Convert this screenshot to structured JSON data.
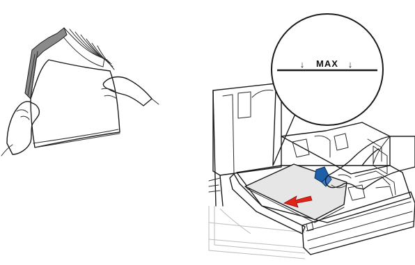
{
  "callout": {
    "label": "MAX",
    "arrow_glyph": "↓"
  },
  "colors": {
    "ink": "#1a1a1a",
    "paper_fill": "#e6e6e6",
    "fan_edge": "#8a8a8a",
    "guide_blue": "#1f5fa8",
    "arrow_red": "#e2231a"
  },
  "icons": {
    "left": "fanned-paper-stack-in-hands",
    "right": "paper-tray-loading-with-max-fill-line"
  }
}
